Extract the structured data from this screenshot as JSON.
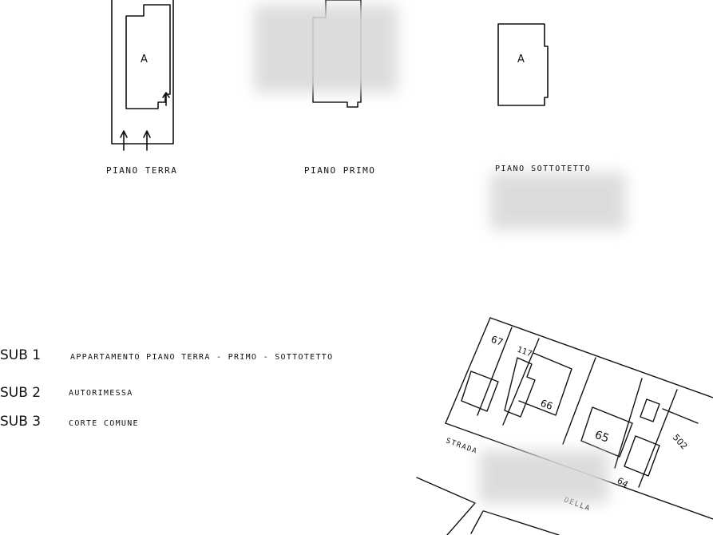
{
  "plans": {
    "ground_floor": {
      "label": "PIANO TERRA",
      "unit_mark": "A"
    },
    "first_floor": {
      "label": "PIANO PRIMO"
    },
    "attic_floor": {
      "label": "PIANO SOTTOTETTO",
      "unit_mark": "A"
    }
  },
  "legend": [
    {
      "code": "SUB 1",
      "description": "APPARTAMENTO PIANO TERRA - PRIMO - SOTTOTETTO"
    },
    {
      "code": "SUB 2",
      "description": "AUTORIMESSA"
    },
    {
      "code": "SUB 3",
      "description": "CORTE COMUNE"
    }
  ],
  "site_map": {
    "parcels": [
      "67",
      "117",
      "66",
      "65",
      "502",
      "64"
    ],
    "street_label_left": "STRADA",
    "street_label_right": "DELLA"
  },
  "colors": {
    "line": "#111111",
    "redaction": "#d9d9d9"
  }
}
